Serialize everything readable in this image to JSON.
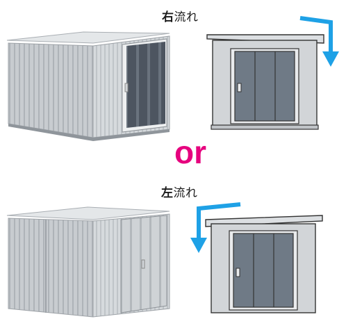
{
  "top": {
    "label_bold": "右",
    "label_rest": "流れ"
  },
  "separator": "or",
  "bottom": {
    "label_bold": "左",
    "label_rest": "流れ"
  },
  "colors": {
    "accent": "#e6007e",
    "arrow": "#1ea1e6",
    "door_panel": "#6f7a86",
    "shed_body": "#c9cdd1"
  },
  "icons": {
    "top_arrow": "down-right-arrow-icon",
    "bottom_arrow": "down-left-arrow-icon"
  }
}
